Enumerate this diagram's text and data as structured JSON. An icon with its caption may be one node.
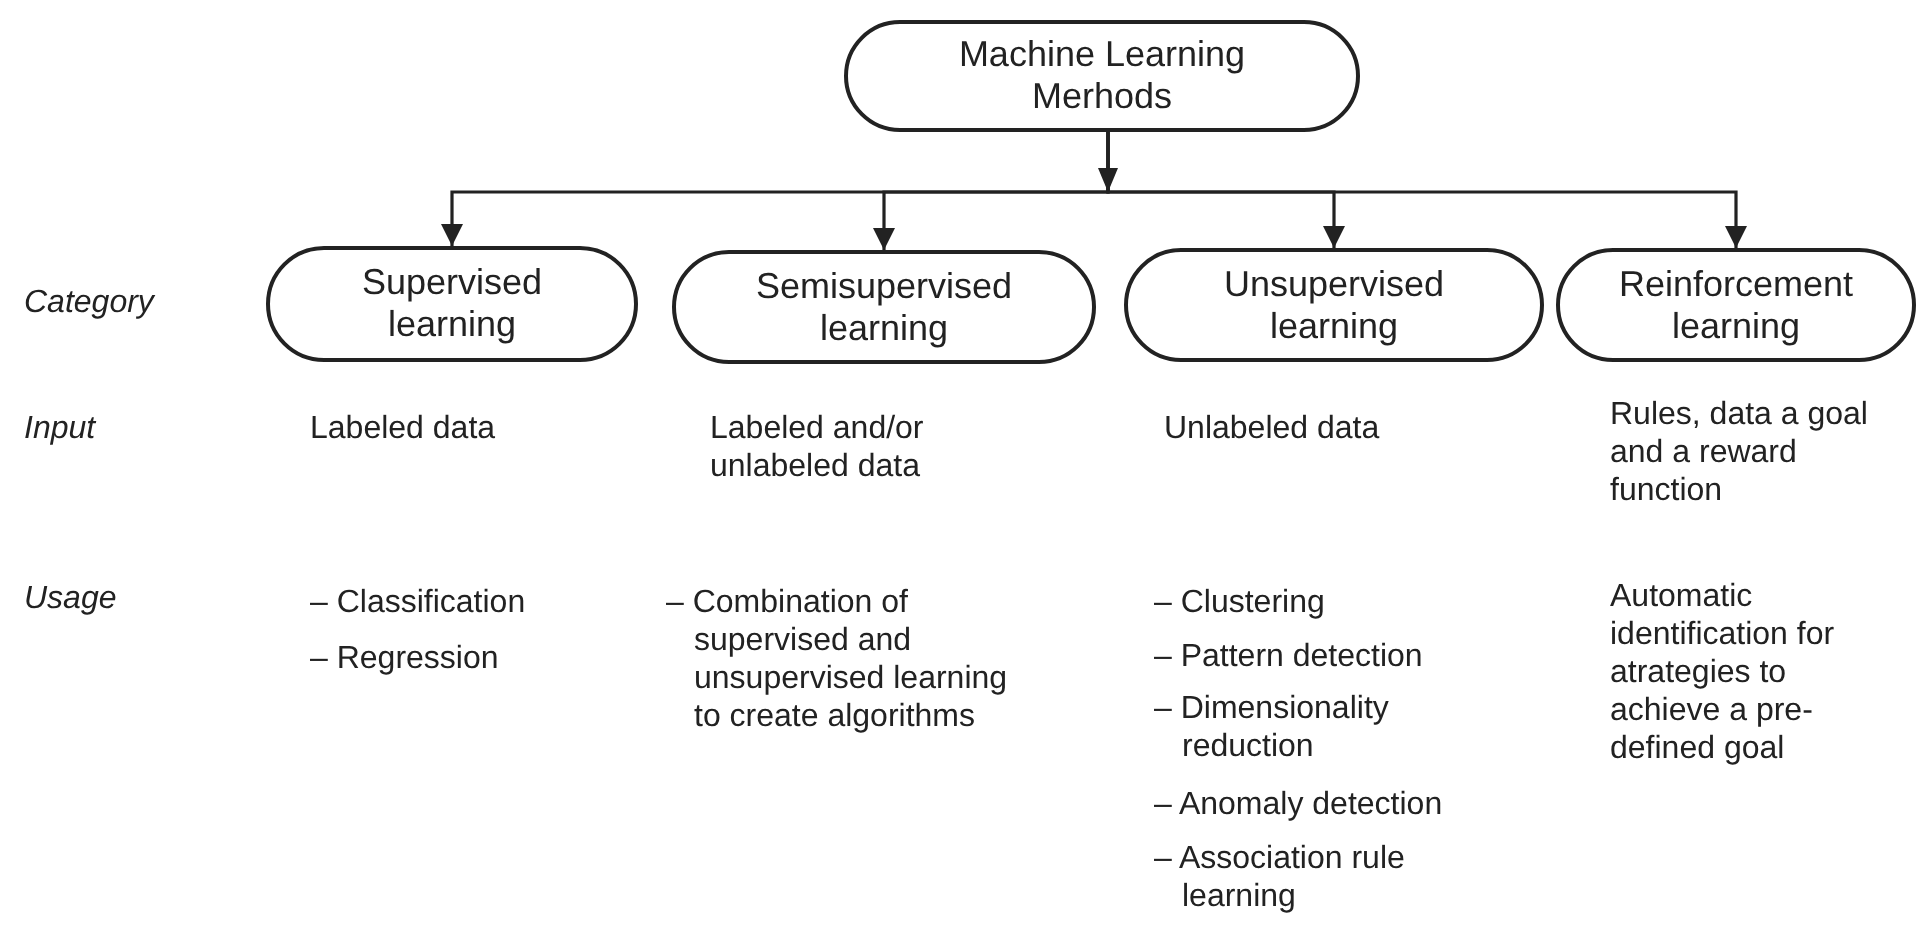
{
  "diagram": {
    "nodes": [
      {
        "text": [
          "Machine Learning Merhods"
        ]
      },
      {
        "text": [
          "Supervised learning"
        ]
      },
      {
        "text": [
          "Semisupervised learning"
        ]
      },
      {
        "text": [
          "Unsupervised learning"
        ]
      },
      {
        "text": [
          "Reinforcement learning"
        ]
      }
    ],
    "edges": [
      {
        "from": 0,
        "to": 1,
        "arrow": "to"
      },
      {
        "from": 0,
        "to": 2,
        "arrow": "to"
      },
      {
        "from": 0,
        "to": 3,
        "arrow": "to"
      },
      {
        "from": 0,
        "to": 4,
        "arrow": "to"
      }
    ],
    "labels": [
      "Category",
      "Input",
      "Labeled data",
      "Labeled and/or unlabeled data",
      "Unlabeled data",
      "Rules, data a goal and a reward function",
      "Usage",
      "– Classification",
      "– Regression",
      "– Combination of supervised and unsupervised learning to create algorithms",
      "– Clustering",
      "– Pattern detection",
      "– Dimensionality reduction",
      "– Anomaly detection",
      "– Association rule learning",
      "Automatic identification for atrategies to achieve a pre-defined goal"
    ]
  }
}
